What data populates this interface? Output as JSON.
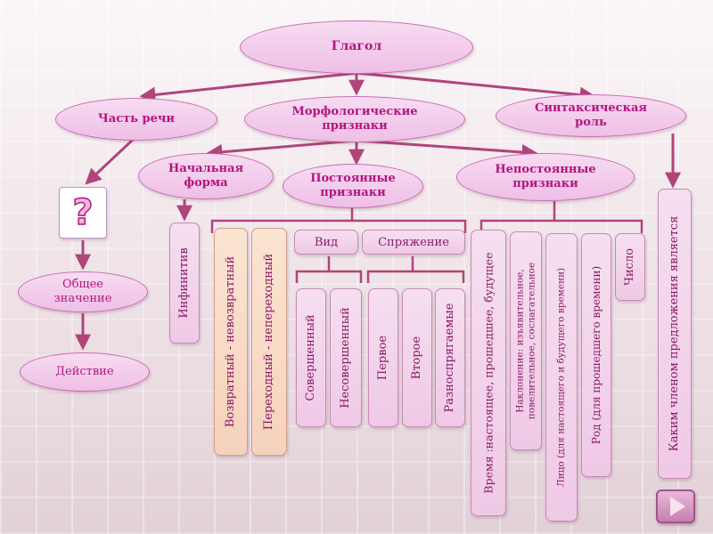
{
  "nodes": {
    "verb": "Глагол",
    "part_of_speech": "Часть речи",
    "morph_features": "Морфологические признаки",
    "syntactic_role": "Синтаксическая роль",
    "initial_form": "Начальная форма",
    "constant_features": "Постоянные признаки",
    "variable_features": "Непостоянные признаки",
    "general_meaning": "Общее значение",
    "action": "Действие"
  },
  "question_mark": "?",
  "boxes": {
    "infinitive": "Инфинитив",
    "reflexive": "Возвратный - невозвратный",
    "transitive": "Переходный - непереходный",
    "aspect": "Вид",
    "conjugation": "Спряжение",
    "perfective": "Совершенный",
    "imperfective": "Несовершенный",
    "first": "Первое",
    "second": "Второе",
    "mixed": "Разноспрягаемые",
    "tense": "Время :настоящее, прошедшее, будущее",
    "mood": "Наклонение: изъявительное, повелительное, сослагательное",
    "person": "Лицо (для настоящего и будущего времени)",
    "gender": "Род (для прошедшего времени)",
    "number": "Число",
    "sentence_member": "Каким членом предложения является"
  },
  "colors": {
    "node_text": "#b3157f",
    "arrow": "#b0457a",
    "bracket": "#b0457a"
  },
  "nav": {
    "icon": "play-triangle-icon"
  }
}
